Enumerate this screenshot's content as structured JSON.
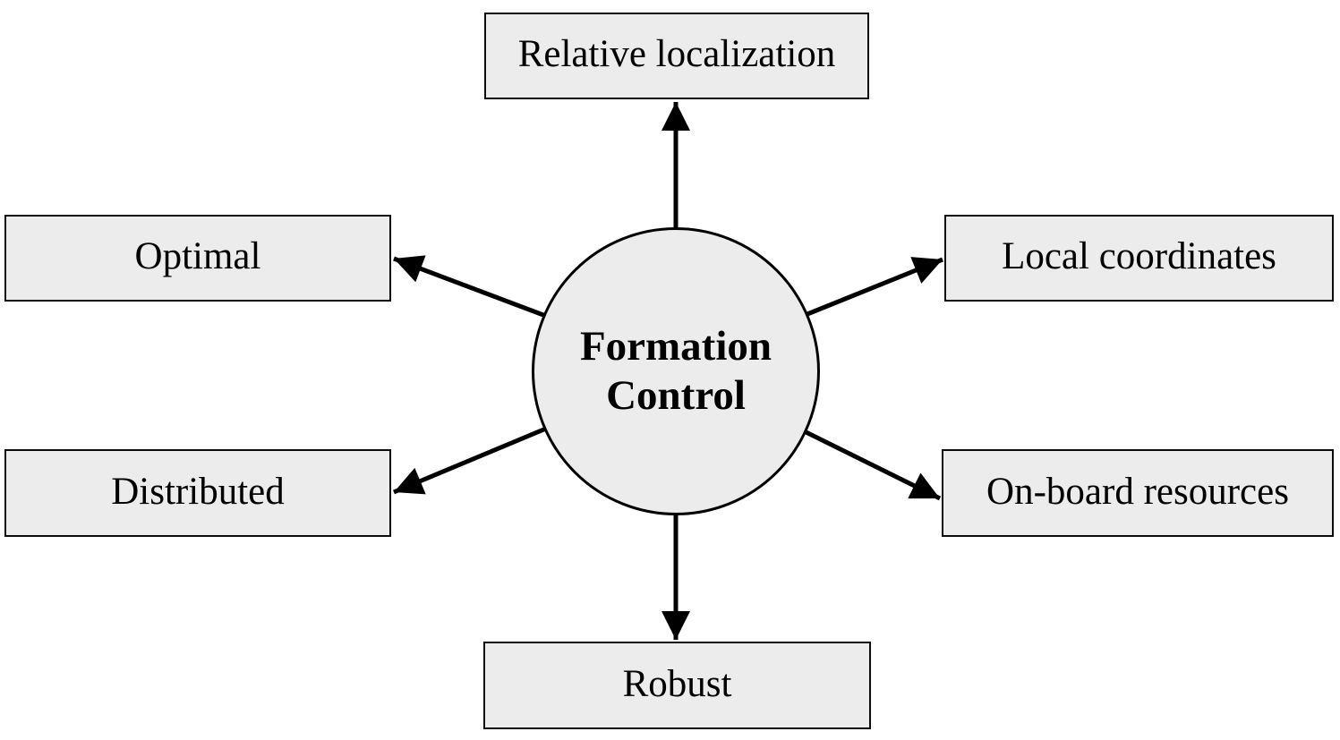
{
  "diagram": {
    "center": {
      "label": "Formation Control",
      "lines": [
        "Formation",
        "Control"
      ]
    },
    "nodes": [
      {
        "id": "relative-localization",
        "label": "Relative localization"
      },
      {
        "id": "optimal",
        "label": "Optimal"
      },
      {
        "id": "local-coordinates",
        "label": "Local coordinates"
      },
      {
        "id": "distributed",
        "label": "Distributed"
      },
      {
        "id": "on-board-resources",
        "label": "On-board resources"
      },
      {
        "id": "robust",
        "label": "Robust"
      }
    ],
    "colors": {
      "background": "#ffffff",
      "node_fill": "#ececec",
      "node_border": "#0c0c0c",
      "arrow": "#000000",
      "text": "#000000"
    }
  }
}
